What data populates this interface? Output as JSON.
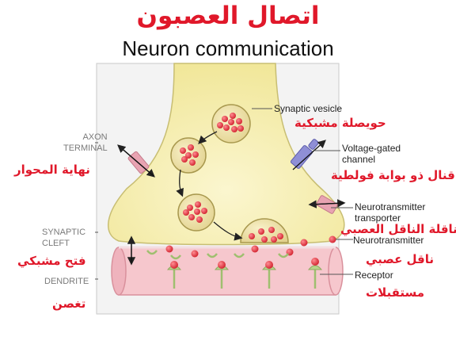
{
  "title": {
    "arabic": "اتصال العصبون",
    "english": "Neuron communication"
  },
  "left_labels": {
    "axon_terminal": [
      "AXON",
      "TERMINAL"
    ],
    "synaptic_cleft": [
      "SYNAPTIC",
      "CLEFT"
    ],
    "dendrite": "DENDRITE",
    "axon_terminal_ar": "نهاية المحوار",
    "synaptic_cleft_ar": "فتح مشبكي",
    "dendrite_ar": "تغصن"
  },
  "right_labels": {
    "synaptic_vesicle": "Synaptic vesicle",
    "synaptic_vesicle_ar": "حويصلة مشبكية",
    "voltage_gated_channel": [
      "Voltage-gated",
      "channel"
    ],
    "voltage_gated_channel_ar": "قنال ذو بوابة فولطية",
    "neurotransmitter_transporter": [
      "Neurotransmitter",
      "transporter"
    ],
    "neurotransmitter_transporter_ar": "ناقلة الناقل العصبي",
    "neurotransmitter": "Neurotransmitter",
    "neurotransmitter_ar": "ناقل عصبي",
    "receptor": "Receptor",
    "receptor_ar": "مستقبلات"
  },
  "colors": {
    "title_red": "#e0182a",
    "axon_fill": "#f7f0b4",
    "axon_stroke": "#c8be73",
    "dendrite_fill": "#f7c9cf",
    "vesicle_fill": "#ede2a8",
    "neurotransmitter": "#e43b44",
    "receptor": "#b8d48c",
    "channel": "#8f8fd6",
    "transporter": "#e8a3b2"
  }
}
